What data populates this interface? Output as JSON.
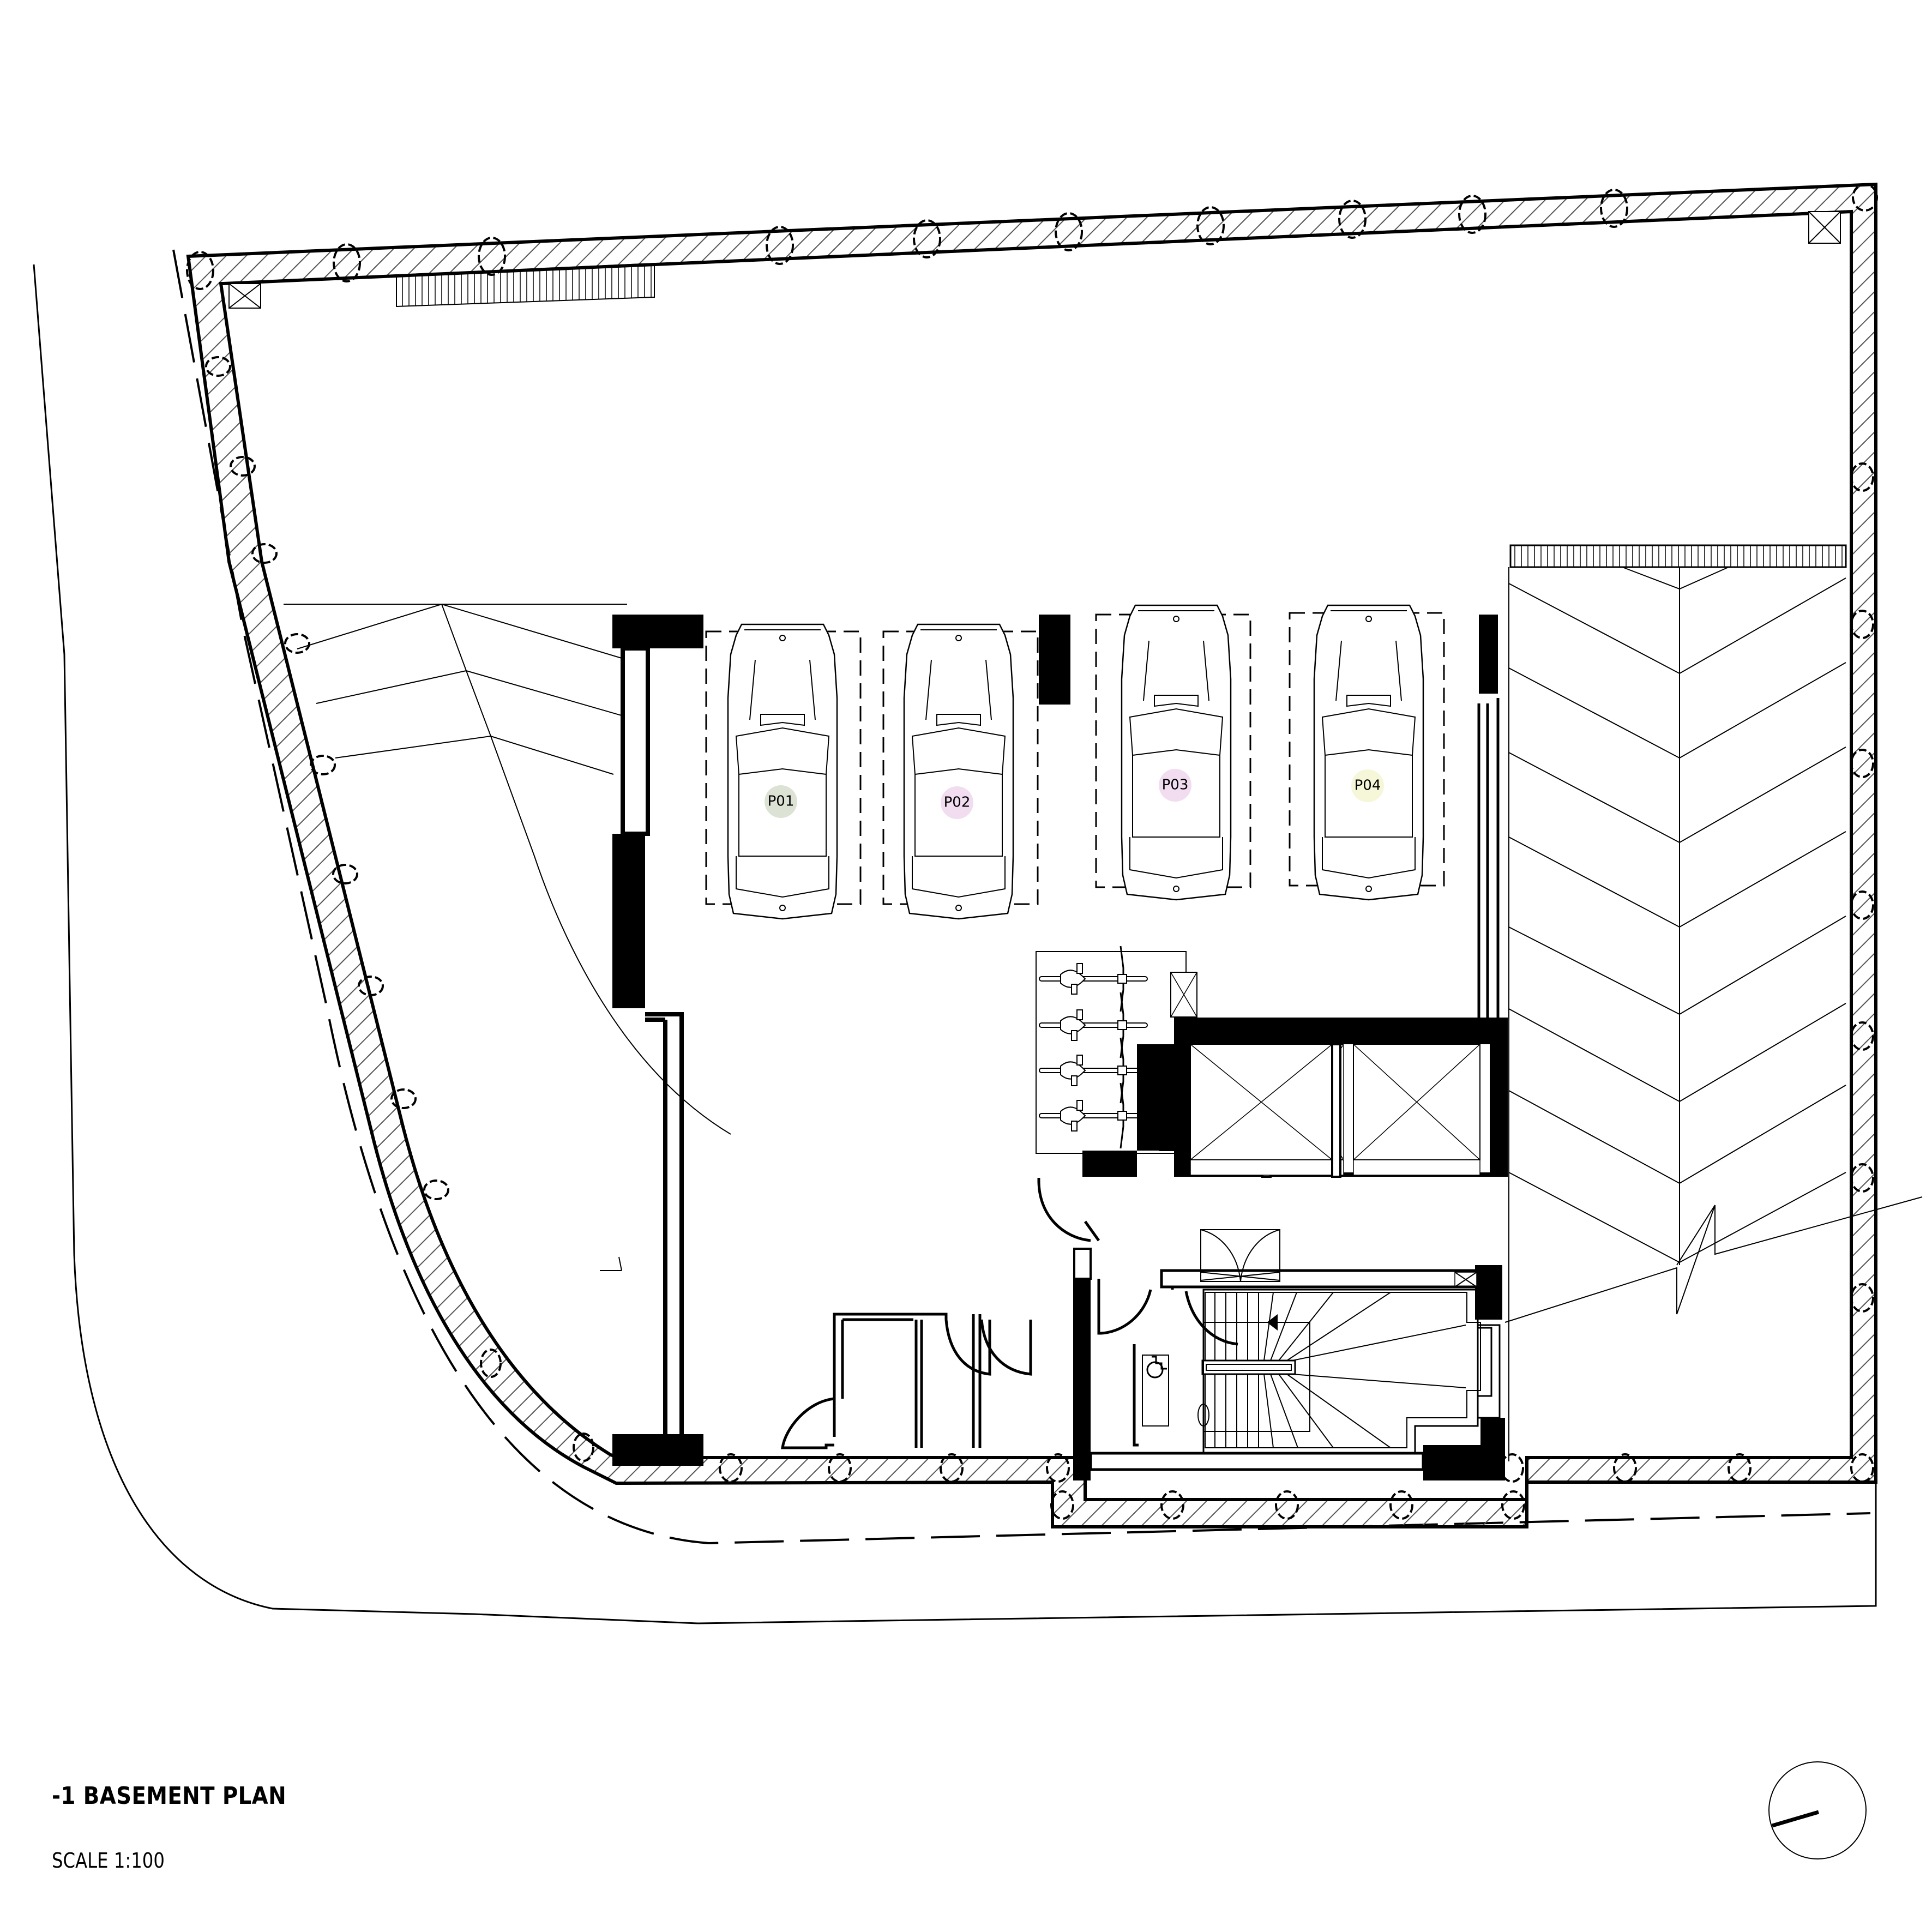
{
  "drawing": {
    "title": "-1 BASEMENT PLAN",
    "scale": "SCALE 1:100",
    "north_arrow": "north-arrow-icon"
  },
  "parking_spaces": [
    {
      "id": "P01",
      "label": "P01",
      "color": "#dde3d4"
    },
    {
      "id": "P02",
      "label": "P02",
      "color": "#f1dcf0"
    },
    {
      "id": "P03",
      "label": "P03",
      "color": "#f1dcf0"
    },
    {
      "id": "P04",
      "label": "P04",
      "color": "#f6f6d9"
    }
  ],
  "elements": {
    "bicycle_rack_count": 4,
    "lifts": 2,
    "stair": "stair-core",
    "accessible_wc": "wheelchair-icon",
    "ramps": [
      "left-curved-ramp",
      "right-chevron-ramp"
    ]
  },
  "colors": {
    "line": "#000000",
    "hatch": "#555555",
    "background": "#ffffff"
  }
}
